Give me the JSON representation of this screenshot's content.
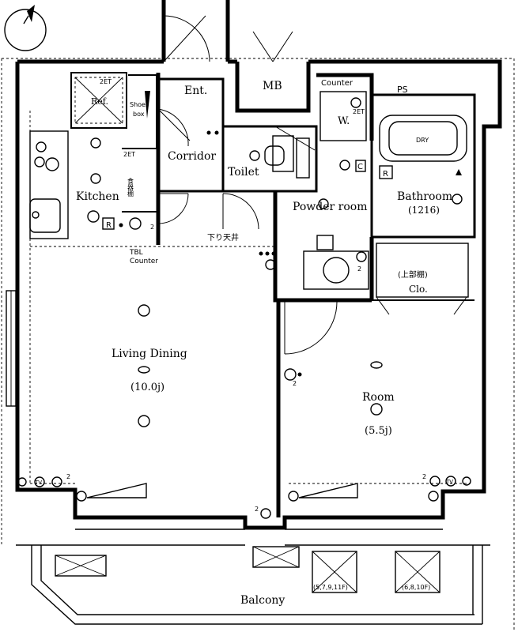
{
  "rooms": {
    "entrance": "Ent.",
    "mb": "MB",
    "ps": "PS",
    "counter": "Counter",
    "washer": "W.",
    "refrigerator": "Ref.",
    "shoes_box_1": "Shoes",
    "shoes_box_2": "box",
    "corridor": "Corridor",
    "toilet": "Toilet",
    "kitchen": "Kitchen",
    "powder_room": "Powder room",
    "bathroom": "Bathroom",
    "bathroom_size": "(1216)",
    "upper_shelf": "(上部棚)",
    "closet": "Clo.",
    "lowered_ceiling": "下り天井",
    "tbl_counter_1": "TBL",
    "tbl_counter_2": "Counter",
    "living_dining": "Living Dining",
    "living_dining_size": "(10.0j)",
    "room": "Room",
    "room_size": "(5.5j)",
    "balcony": "Balcony",
    "outdoor_unit_1": "(5,7,9,11F)",
    "outdoor_unit_2": "(6,8,10F)",
    "food_storage": "食器棚",
    "dry": "DRY"
  },
  "symbols": {
    "outlet_2et": "2ET",
    "tv": "TV",
    "r": "R",
    "c": "C",
    "two": "2"
  },
  "icons": {
    "north": "north-arrow-icon"
  }
}
